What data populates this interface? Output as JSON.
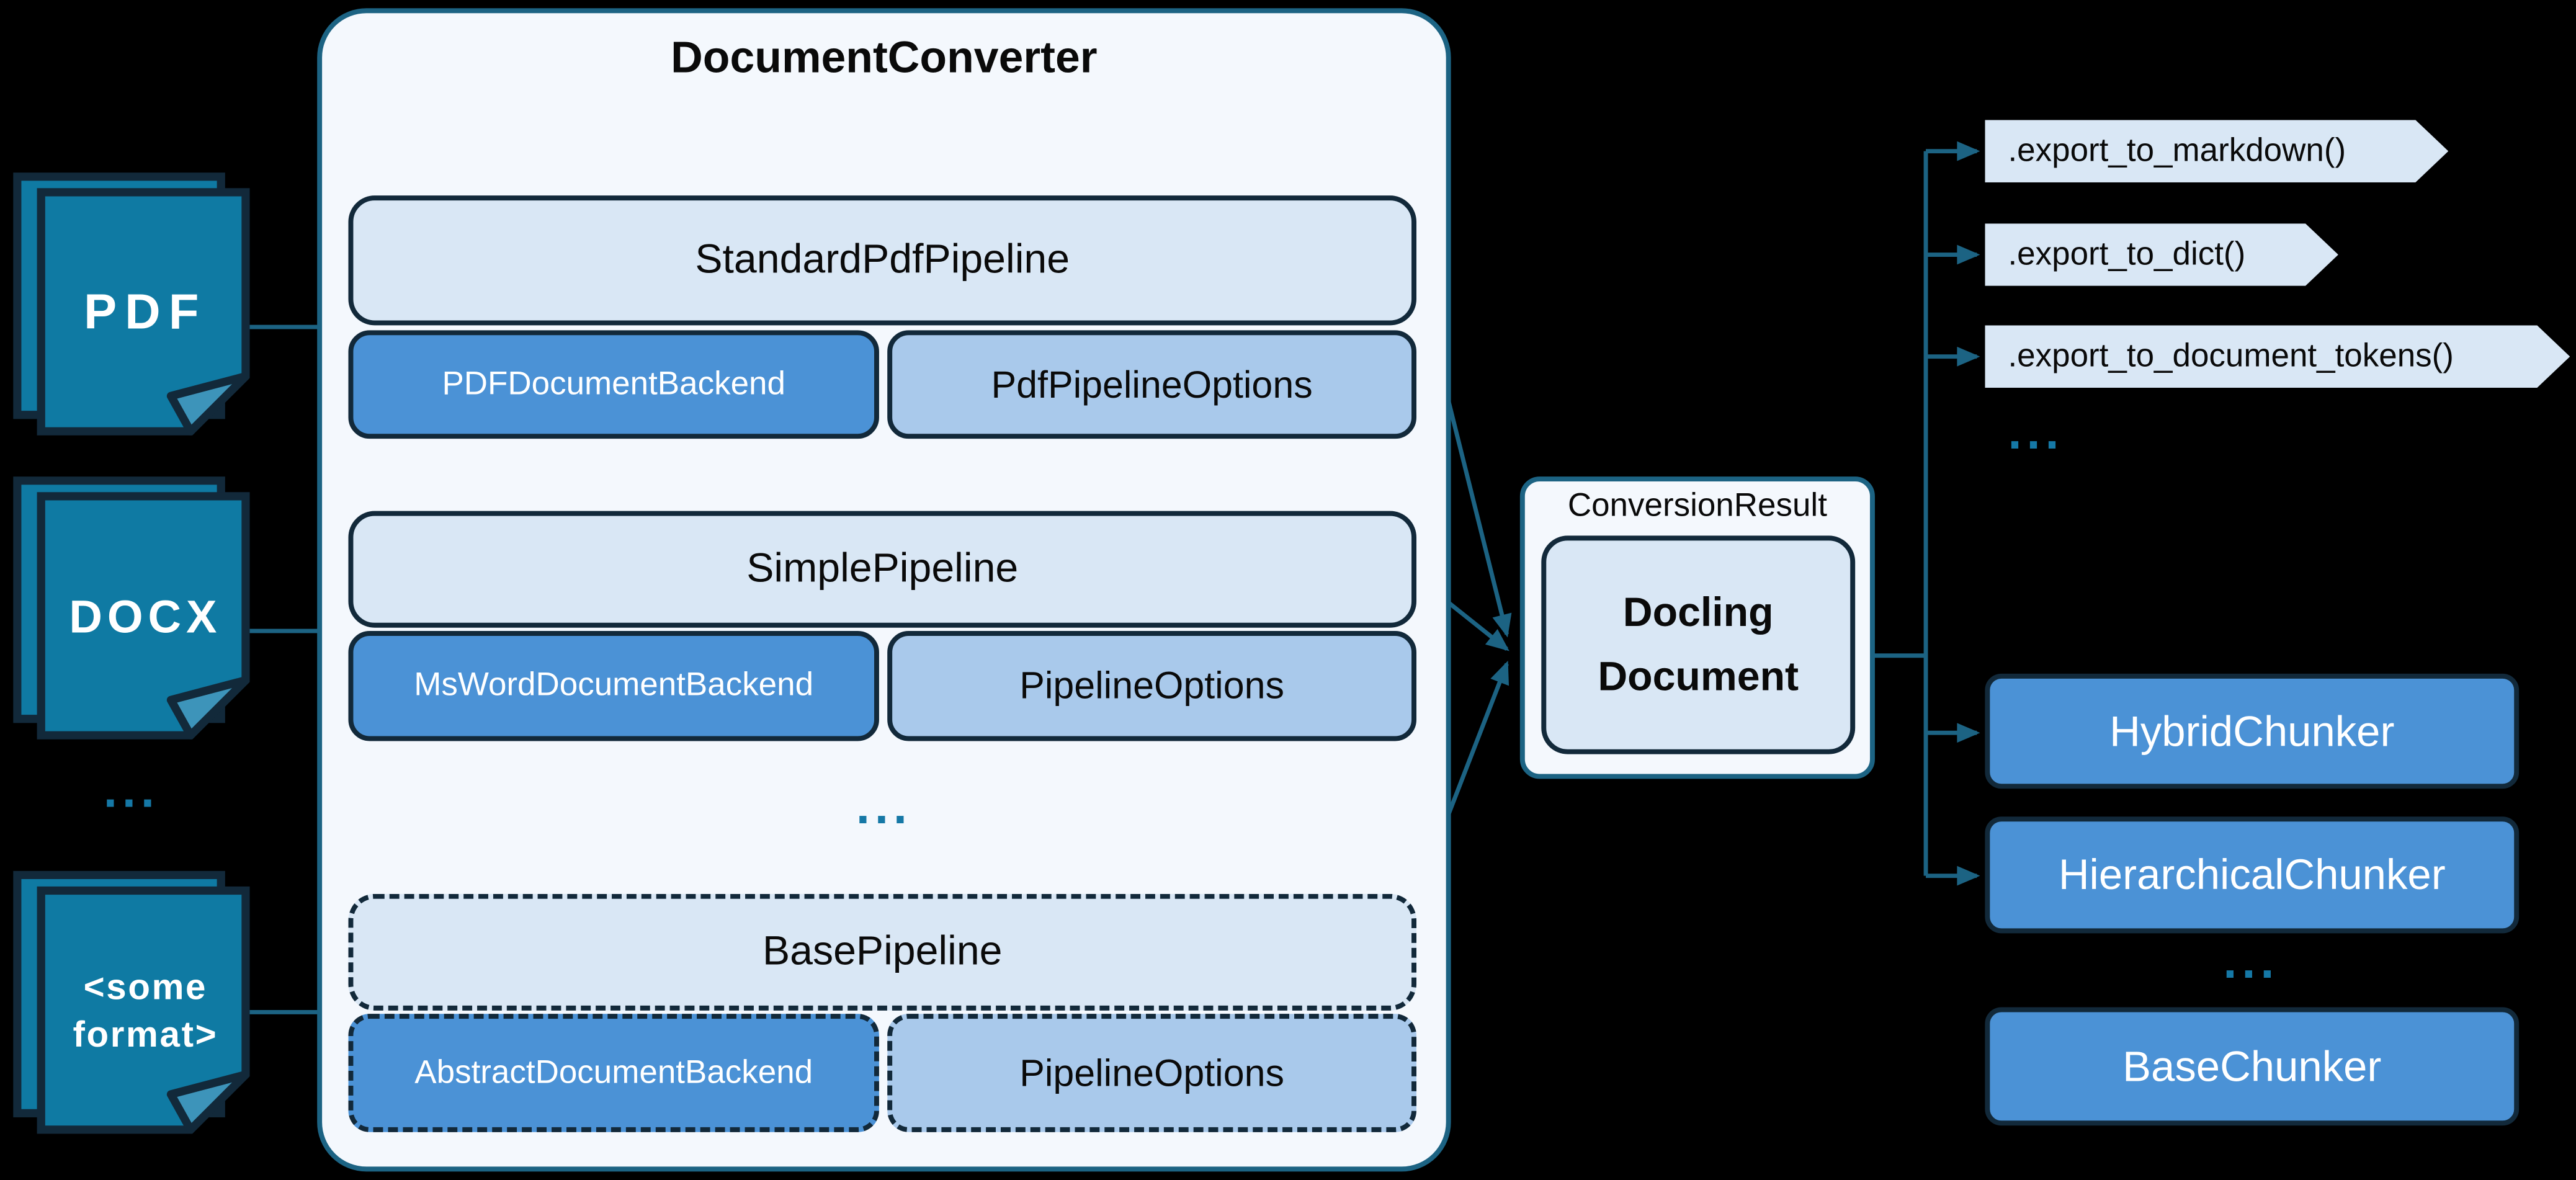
{
  "colors": {
    "background": "#000000",
    "accent_teal": "#1C6383",
    "dark_border": "#12293A",
    "panel_surface": "#F4F8FD",
    "light_blue_fill": "#D9E7F5",
    "backend_blue": "#4B92D6",
    "options_blue": "#A9C9EB",
    "doc_icon_teal": "#0F7AA3",
    "doc_icon_fold": "#3D94BA",
    "ellipsis_dots": "#1578A6",
    "text_dark": "#0a0a0a",
    "text_light": "#ffffff"
  },
  "inputs": {
    "pdf": {
      "label": "PDF"
    },
    "docx": {
      "label": "DOCX"
    },
    "ellipsis": "...",
    "other": {
      "label": "<some format>"
    }
  },
  "converter": {
    "title": "DocumentConverter",
    "pipelines": [
      {
        "name": "StandardPdfPipeline",
        "backend": "PDFDocumentBackend",
        "options": "PdfPipelineOptions",
        "dashed": false
      },
      {
        "name": "SimplePipeline",
        "backend": "MsWordDocumentBackend",
        "options": "PipelineOptions",
        "dashed": false
      },
      {
        "name": "BasePipeline",
        "backend": "AbstractDocumentBackend",
        "options": "PipelineOptions",
        "dashed": true
      }
    ],
    "ellipsis": "..."
  },
  "result": {
    "label": "ConversionResult",
    "document": "Docling Document"
  },
  "exports": {
    "items": [
      ".export_to_markdown()",
      ".export_to_dict()",
      ".export_to_document_tokens()"
    ],
    "ellipsis": "..."
  },
  "chunkers": {
    "items": [
      "HybridChunker",
      "HierarchicalChunker",
      "BaseChunker"
    ],
    "ellipsis": "..."
  }
}
